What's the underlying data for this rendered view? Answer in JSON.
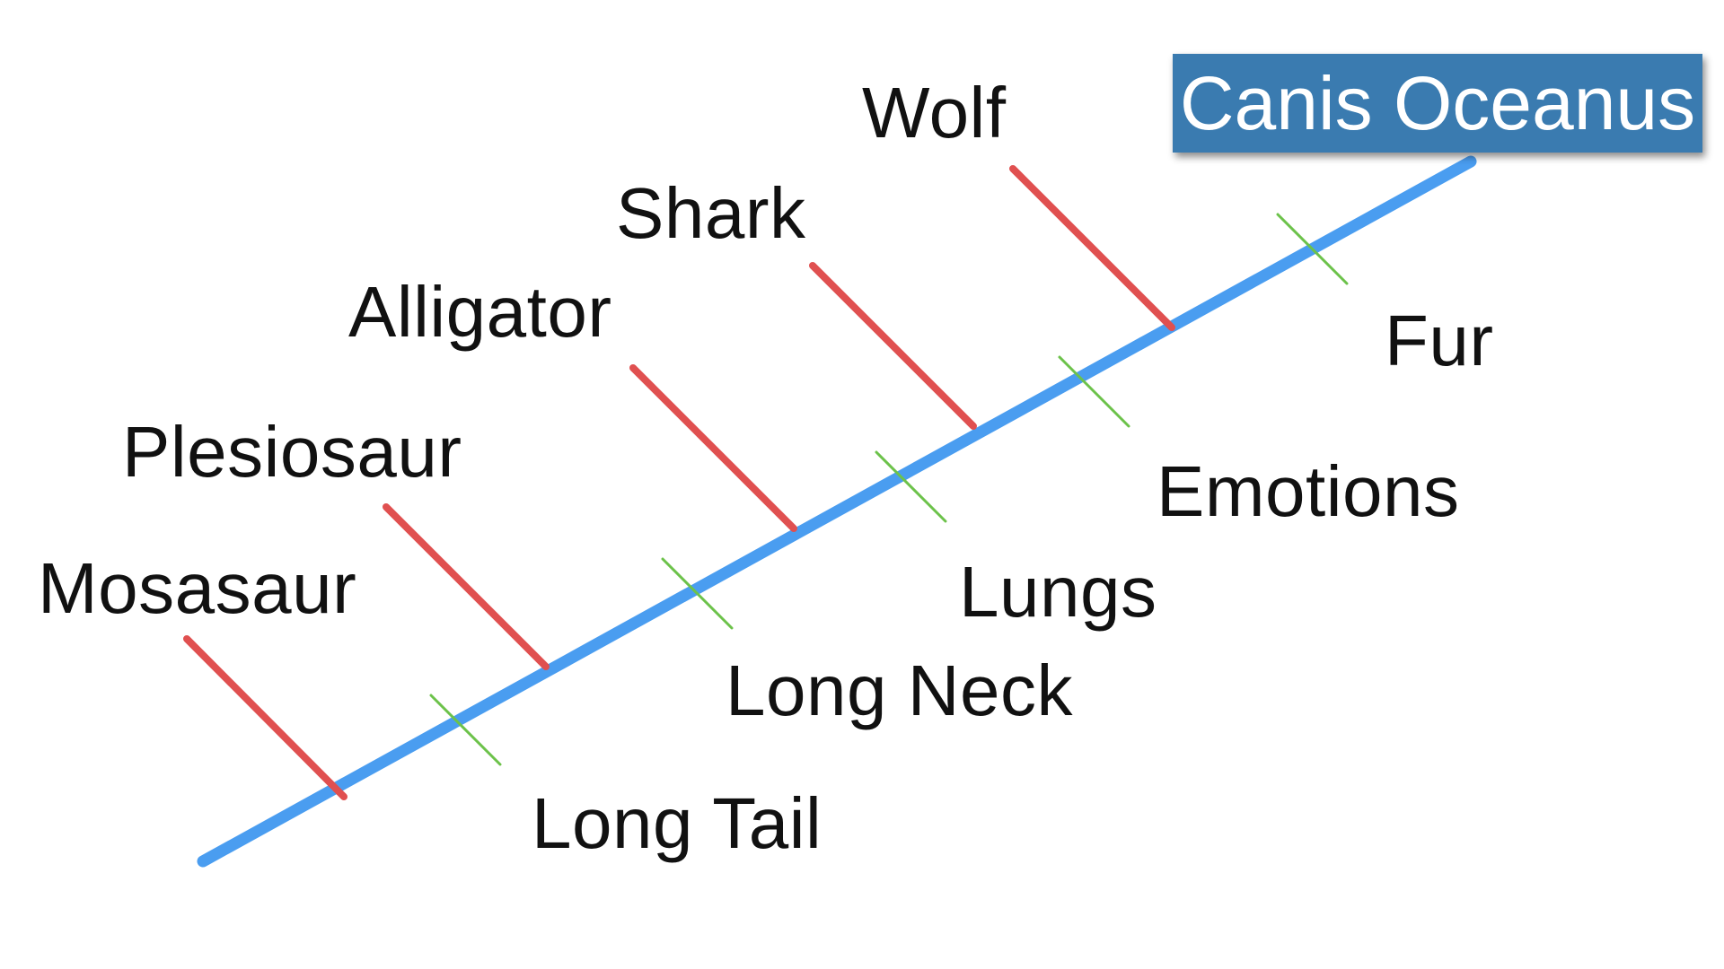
{
  "title": "Canis Oceanus",
  "taxa": [
    {
      "label": "Mosasaur"
    },
    {
      "label": "Plesiosaur"
    },
    {
      "label": "Alligator"
    },
    {
      "label": "Shark"
    },
    {
      "label": "Wolf"
    }
  ],
  "traits": [
    {
      "label": "Long Tail"
    },
    {
      "label": "Long Neck"
    },
    {
      "label": "Lungs"
    },
    {
      "label": "Emotions"
    },
    {
      "label": "Fur"
    }
  ],
  "colors": {
    "trunk": "#4a9df0",
    "taxon_branch": "#e05050",
    "trait_tick": "#6cc24a",
    "title_box": "#3a7bb0",
    "title_text": "#ffffff",
    "label_text": "#111111"
  }
}
